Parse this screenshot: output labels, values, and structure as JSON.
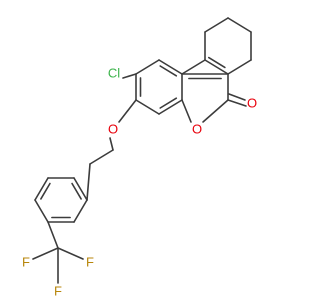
{
  "molecule": {
    "atoms": {
      "chlorine": {
        "label": "Cl",
        "color": "#3cb44b"
      },
      "ether_oxygen": {
        "label": "O",
        "color": "#e8000b"
      },
      "ring_oxygen": {
        "label": "O",
        "color": "#e8000b"
      },
      "carbonyl_oxygen": {
        "label": "O",
        "color": "#e8000b"
      },
      "fluorine_1": {
        "label": "F",
        "color": "#b8860b"
      },
      "fluorine_2": {
        "label": "F",
        "color": "#b8860b"
      },
      "fluorine_3": {
        "label": "F",
        "color": "#b8860b"
      }
    },
    "bond_color": "#3c3c3c",
    "background": "#ffffff"
  }
}
